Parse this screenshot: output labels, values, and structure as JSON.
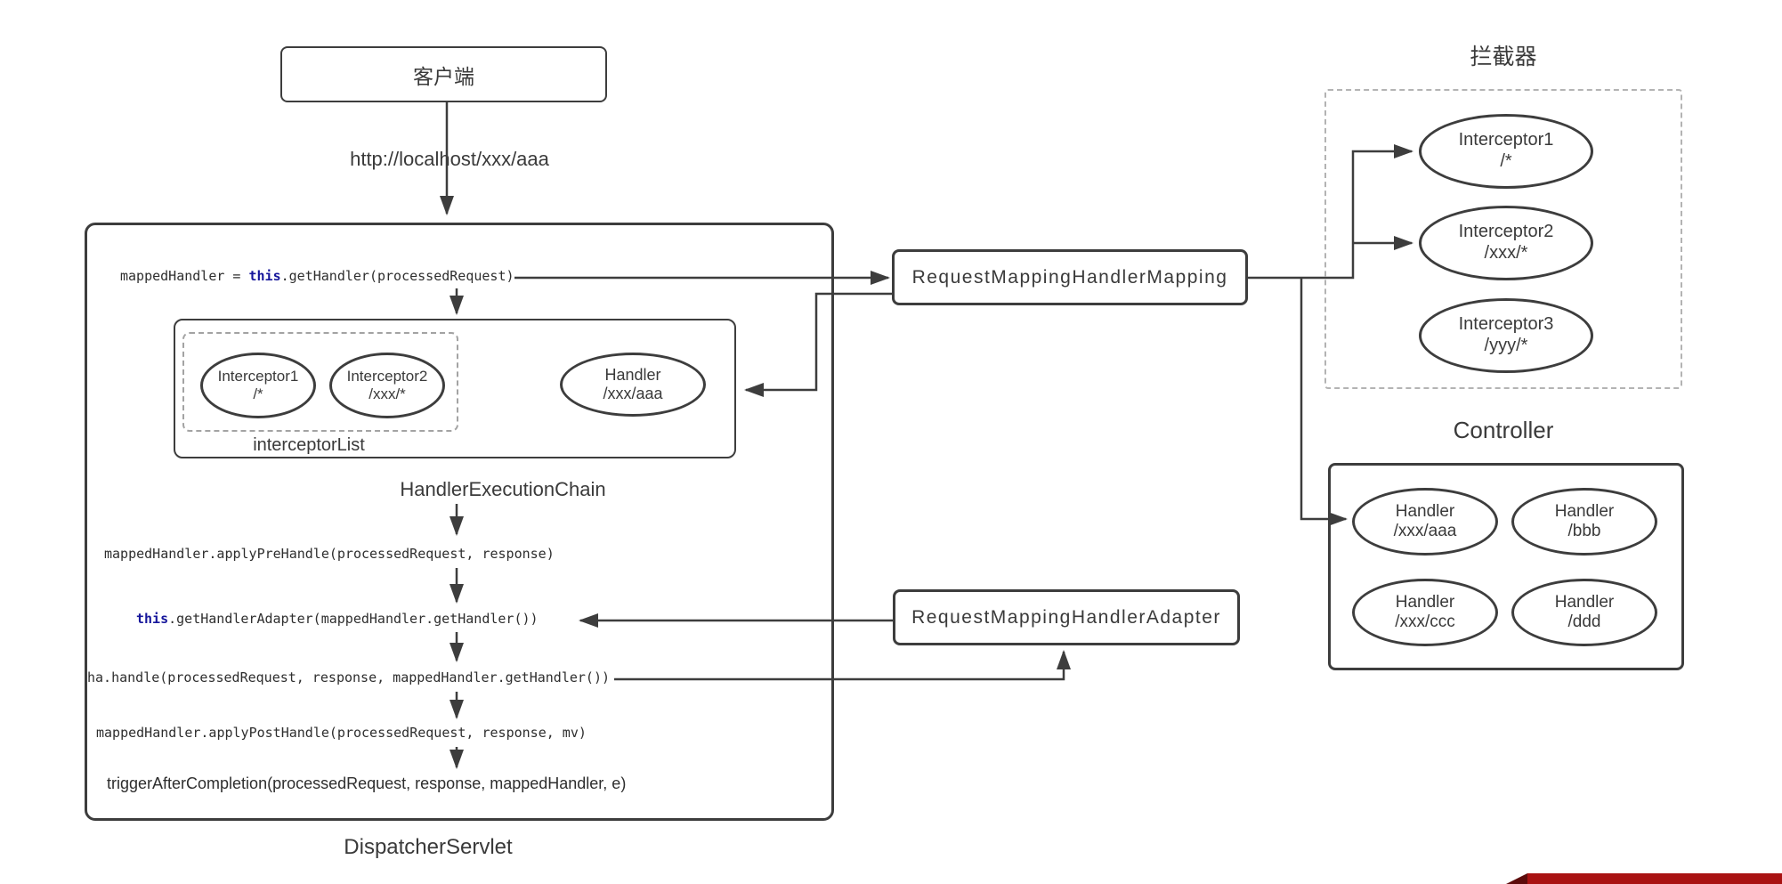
{
  "palette": {
    "line_color": "#3d3d3d",
    "keyword_color": "#16169b",
    "text_color": "#2e2e2e",
    "ribbon_red": "#a91212",
    "ribbon_fold": "#5c0b0b"
  },
  "client": {
    "label": "客户端"
  },
  "request": {
    "url_label": "http://localhost/xxx/aaa"
  },
  "dispatcher": {
    "label": "DispatcherServlet",
    "line_get_handler": {
      "pre": "mappedHandler = ",
      "kw": "this",
      "post": ".getHandler(processedRequest)"
    },
    "chain": {
      "label": "HandlerExecutionChain",
      "interceptor_list_label": "interceptorList",
      "interceptor1": {
        "name": "Interceptor1",
        "path": "/*"
      },
      "interceptor2": {
        "name": "Interceptor2",
        "path": "/xxx/*"
      },
      "handler": {
        "name": "Handler",
        "path": "/xxx/aaa"
      }
    },
    "line_apply_pre_handle": "mappedHandler.applyPreHandle(processedRequest, response)",
    "line_get_handler_adapter": {
      "pre": "",
      "kw": "this",
      "post": ".getHandlerAdapter(mappedHandler.getHandler())"
    },
    "line_ha_handle": "ha.handle(processedRequest, response, mappedHandler.getHandler())",
    "line_apply_post_handle": "mappedHandler.applyPostHandle(processedRequest, response, mv)",
    "line_trigger_after_completion": "triggerAfterCompletion(processedRequest, response, mappedHandler, e)"
  },
  "mapping_box": {
    "label": "RequestMappingHandlerMapping"
  },
  "adapter_box": {
    "label": "RequestMappingHandlerAdapter"
  },
  "interceptors_panel": {
    "title": "拦截器",
    "items": [
      {
        "name": "Interceptor1",
        "path": "/*"
      },
      {
        "name": "Interceptor2",
        "path": "/xxx/*"
      },
      {
        "name": "Interceptor3",
        "path": "/yyy/*"
      }
    ]
  },
  "controller_panel": {
    "title": "Controller",
    "handlers": [
      {
        "name": "Handler",
        "path": "/xxx/aaa"
      },
      {
        "name": "Handler",
        "path": "/bbb"
      },
      {
        "name": "Handler",
        "path": "/xxx/ccc"
      },
      {
        "name": "Handler",
        "path": "/ddd"
      }
    ]
  }
}
